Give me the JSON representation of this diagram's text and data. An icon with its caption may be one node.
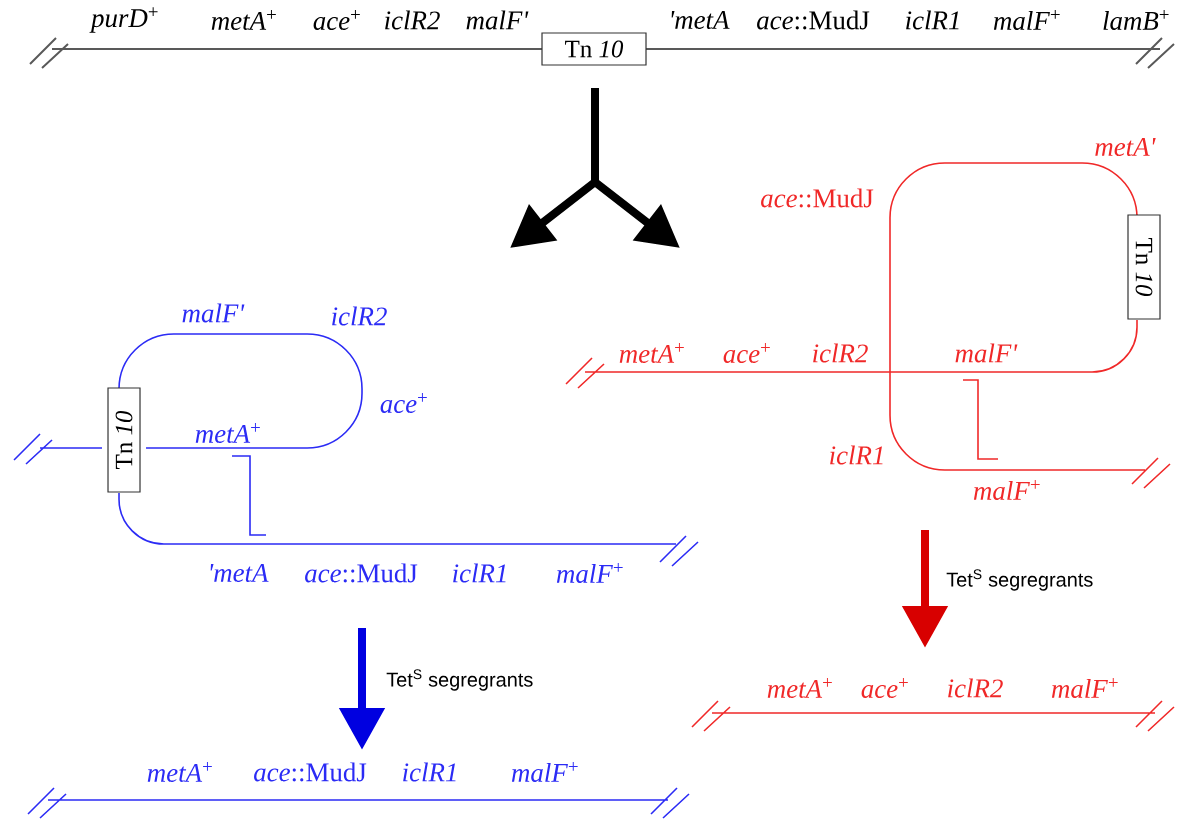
{
  "diagram": {
    "nodes": [
      {
        "text": [
          "Tn *10*"
        ]
      },
      {
        "text": [
          "Tn *10*"
        ]
      },
      {
        "text": [
          "Tn *10*"
        ]
      }
    ],
    "labels": [
      "*purD*$^{+}$",
      "*metA*$^{+}$",
      "*ace*$^{+}$",
      "*iclR2*",
      "*malF'*",
      "*'metA*",
      "*ace*::MudJ",
      "*iclR1*",
      "*malF*$^{+}$",
      "*lamB*$^{+}$",
      "*metA'*",
      "*ace*::MudJ",
      "*malF'*",
      "*iclR2*",
      "*metA*$^{+}$",
      "*ace*$^{+}$",
      "*iclR2*",
      "*malF'*",
      "*ace*$^{+}$",
      "*metA*$^{+}$",
      "*iclR1*",
      "*malF*$^{+}$",
      "*'metA*",
      "*ace*::MudJ",
      "*iclR1*",
      "*malF*$^{+}$",
      "Tet$^{S}$ segregrants",
      "Tet$^{S}$ segregrants",
      "*metA*$^{+}$",
      "*ace*$^{+}$",
      "*iclR2*",
      "*malF*$^{+}$",
      "*metA*$^{+}$",
      "*ace*::MudJ",
      "*iclR1*",
      "*malF*$^{+}$"
    ]
  }
}
